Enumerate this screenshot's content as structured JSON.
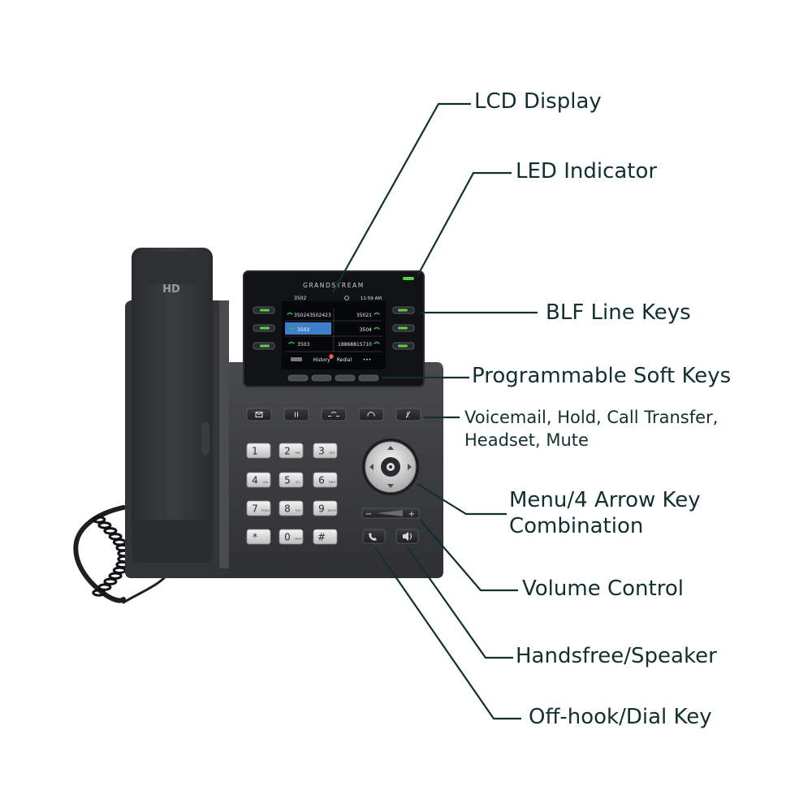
{
  "phone": {
    "handset_badge": "HD",
    "brand": "GRANDSTREAM",
    "screen": {
      "top_left": "3502",
      "time": "11:59 AM",
      "lines_left": [
        "3502435024​23",
        "3502",
        "3503"
      ],
      "lines_right": [
        "35021",
        "3504",
        "18868815710"
      ],
      "softkeys": [
        "History",
        "Redial",
        "•••"
      ],
      "history_badge": "1"
    },
    "keypad": [
      {
        "digit": "1",
        "sub": ""
      },
      {
        "digit": "2",
        "sub": "ABC"
      },
      {
        "digit": "3",
        "sub": "DEF"
      },
      {
        "digit": "4",
        "sub": "GHI"
      },
      {
        "digit": "5",
        "sub": "JKL"
      },
      {
        "digit": "6",
        "sub": "MNO"
      },
      {
        "digit": "7",
        "sub": "PQRS"
      },
      {
        "digit": "8",
        "sub": "TUV"
      },
      {
        "digit": "9",
        "sub": "WXYZ"
      },
      {
        "digit": "*",
        "sub": ""
      },
      {
        "digit": "0",
        "sub": "OPER"
      },
      {
        "digit": "#",
        "sub": ""
      }
    ],
    "volume": {
      "minus": "−",
      "plus": "+"
    }
  },
  "labels": {
    "lcd_display": "LCD Display",
    "led_indicator": "LED Indicator",
    "blf_line_keys": "BLF Line Keys",
    "programmable_soft_keys": "Programmable Soft Keys",
    "function_keys_line1": "Voicemail, Hold, Call Transfer,",
    "function_keys_line2": "Headset, Mute",
    "menu_arrow_line1": "Menu/4 Arrow Key",
    "menu_arrow_line2": "Combination",
    "volume_control": "Volume Control",
    "handsfree_speaker": "Handsfree/Speaker",
    "off_hook_dial_key": "Off-hook/Dial Key"
  },
  "colors": {
    "label_text": "#12302e",
    "leader_line": "#12302e",
    "phone_body": "#38393c",
    "screen_bg": "#0d0f12",
    "highlight": "#3f7fc9",
    "led_green": "#5ccf4a",
    "line_icon_green": "#39b54a"
  }
}
